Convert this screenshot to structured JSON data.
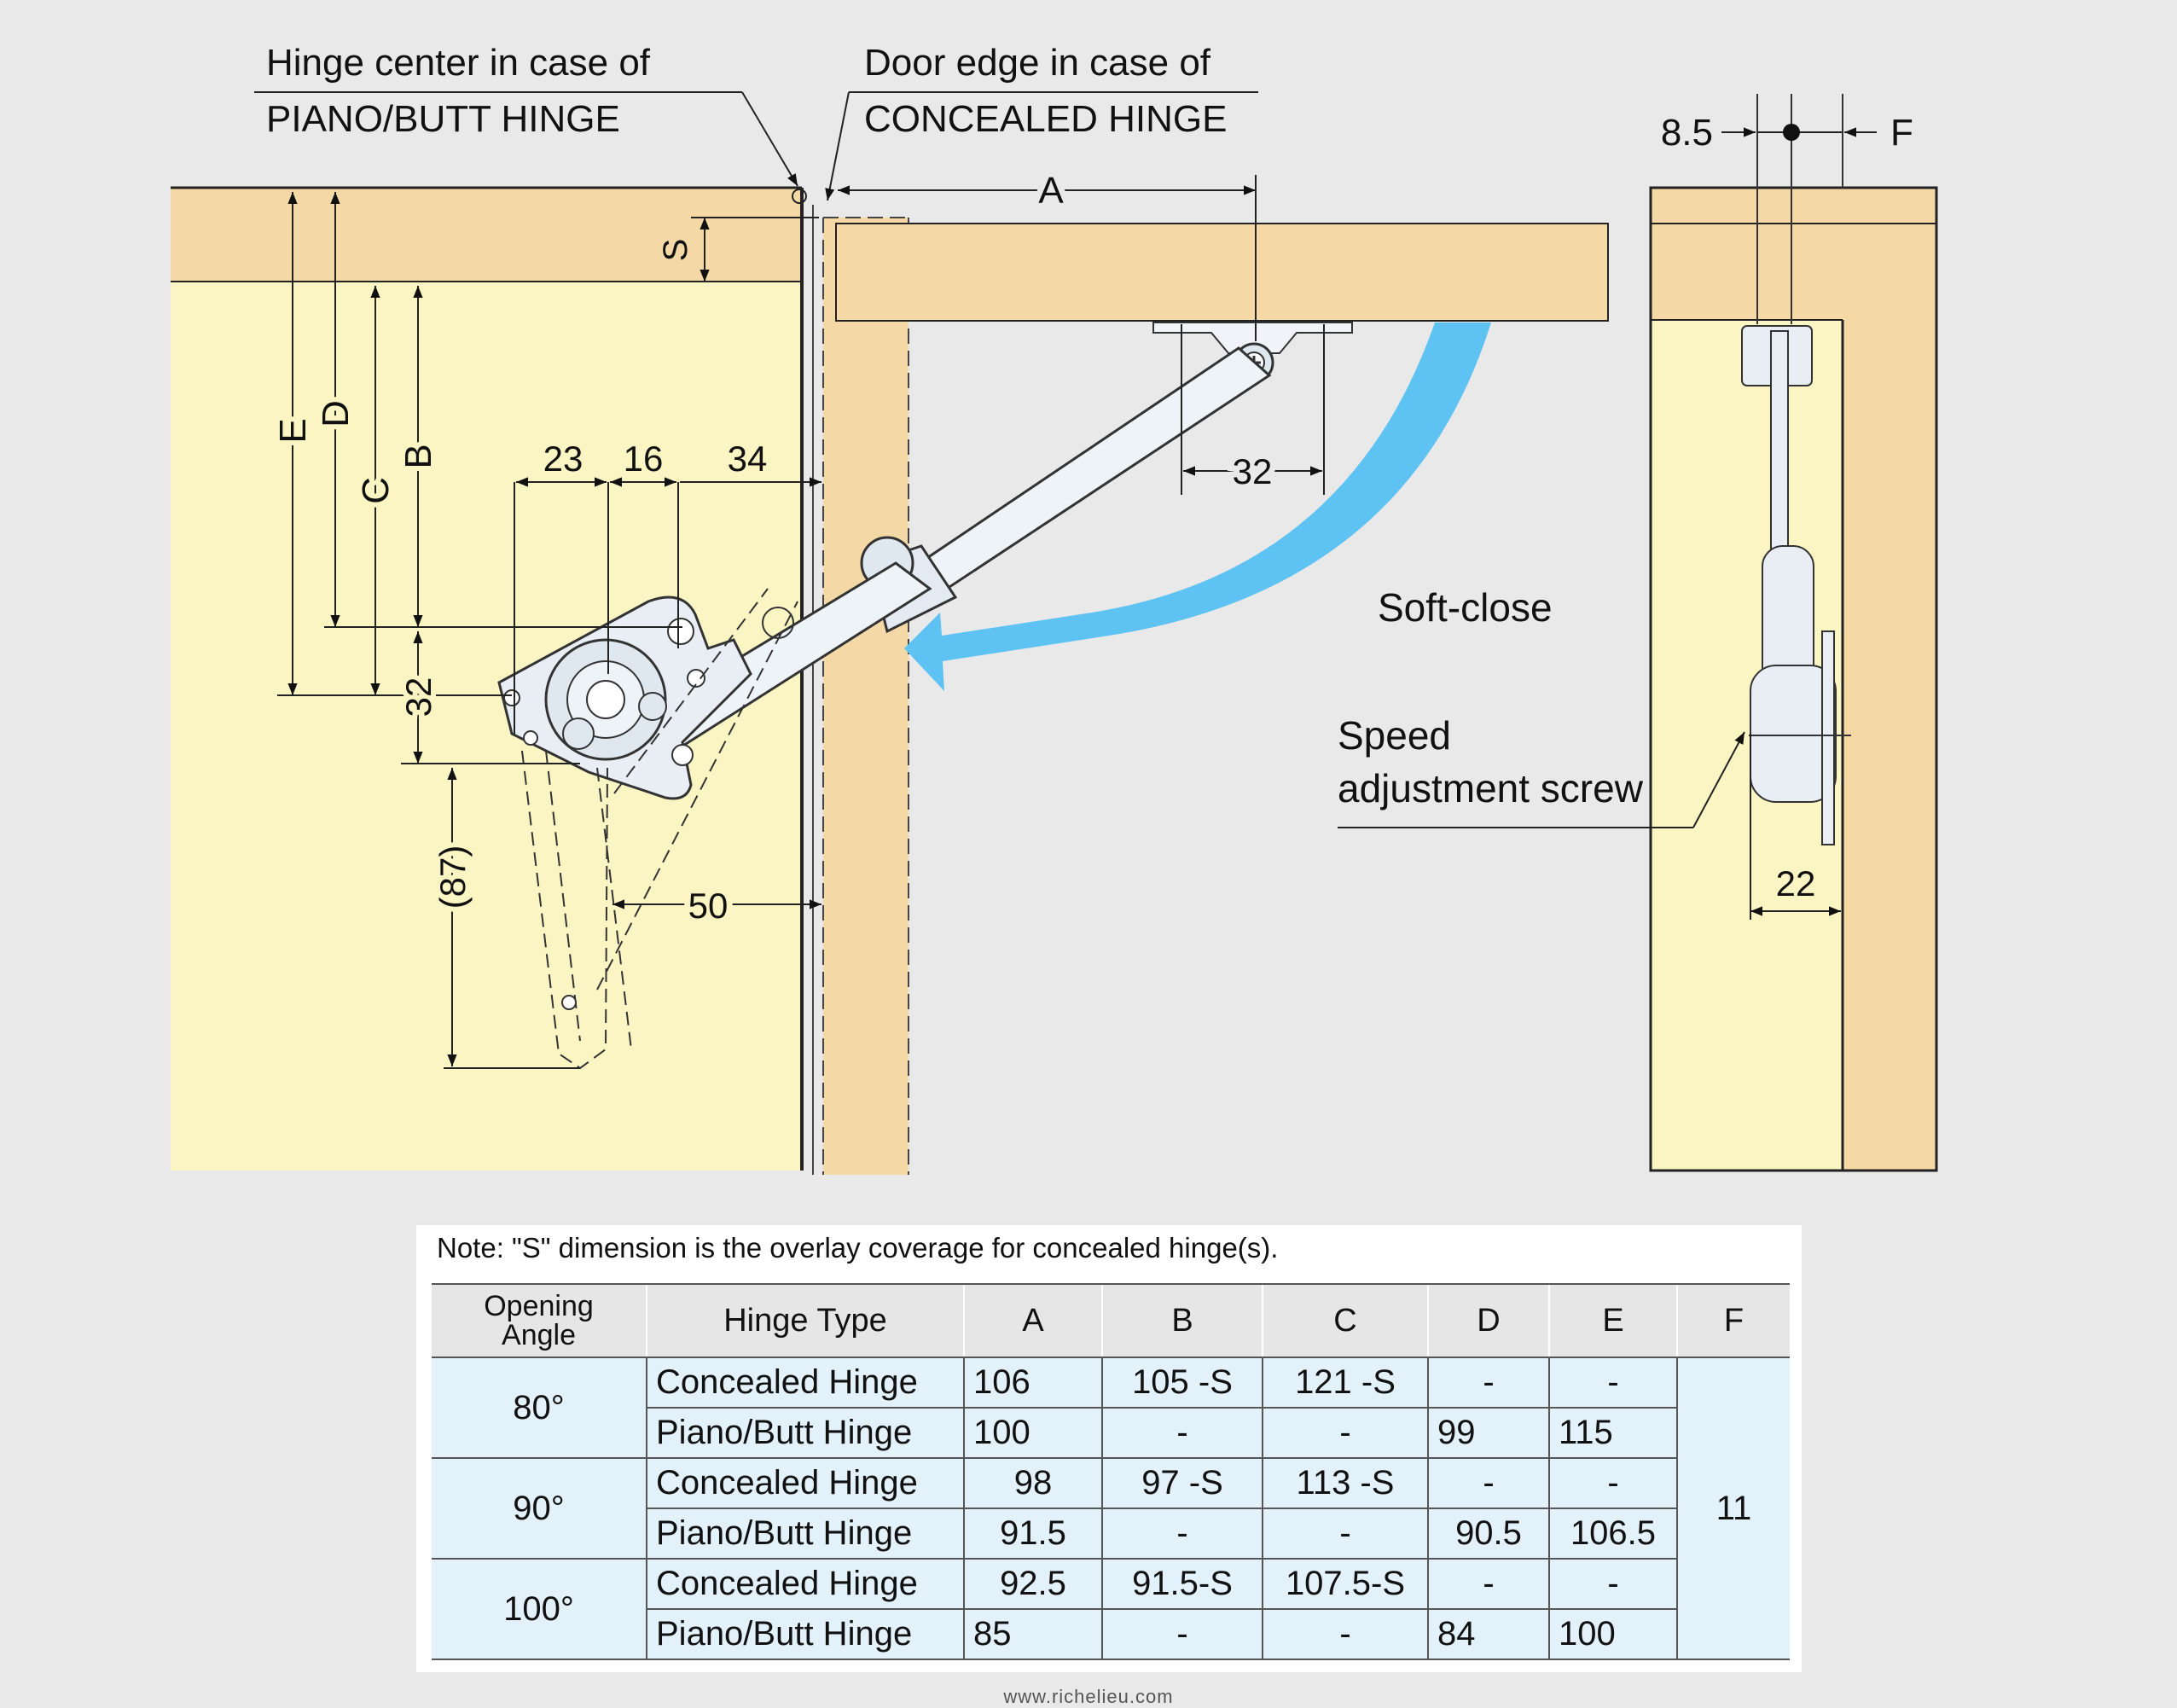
{
  "labels": {
    "hinge_center_line1": "Hinge center  in case of",
    "hinge_center_line2": "PIANO/BUTT HINGE",
    "door_edge_line1": "Door edge in case of",
    "door_edge_line2": "CONCEALED HINGE",
    "dim_a": "A",
    "dim_s": "S",
    "dim_e": "E",
    "dim_d": "D",
    "dim_c": "C",
    "dim_b": "B",
    "dim_23": "23",
    "dim_16": "16",
    "dim_34": "34",
    "dim_32_left": "32",
    "dim_87": "(87)",
    "dim_50": "50",
    "dim_32_arm": "32",
    "dim_8_5": "8.5",
    "dim_f": "F",
    "dim_22": "22",
    "soft_close": "Soft-close",
    "speed_line1": "Speed",
    "speed_line2": "adjustment screw"
  },
  "colors": {
    "background": "#e9e9e9",
    "cabinet_side": "#fbf5c4",
    "wood_panel": "#f4d9a6",
    "soft_close_arrow": "#5ec2f2",
    "table_header": "#e6e6e6",
    "table_body": "#e3f1fa"
  },
  "table": {
    "note": "Note: \"S\" dimension is the overlay coverage for concealed hinge(s).",
    "headers": {
      "opening_angle_1": "Opening",
      "opening_angle_2": "Angle",
      "hinge_type": "Hinge Type",
      "a": "A",
      "b": "B",
      "c": "C",
      "d": "D",
      "e": "E",
      "f": "F"
    },
    "groups": [
      {
        "angle": "80°",
        "rows": [
          {
            "type": "Concealed Hinge",
            "a": "106",
            "b": "105   -S",
            "c": "121   -S",
            "d": "-",
            "e": "-"
          },
          {
            "type": "Piano/Butt Hinge",
            "a": "100",
            "b": "-",
            "c": "-",
            "d": "99",
            "e": "115"
          }
        ]
      },
      {
        "angle": "90°",
        "rows": [
          {
            "type": "Concealed Hinge",
            "a": "98",
            "b": "97   -S",
            "c": "113   -S",
            "d": "-",
            "e": "-"
          },
          {
            "type": "Piano/Butt Hinge",
            "a": "91.5",
            "b": "-",
            "c": "-",
            "d": "90.5",
            "e": "106.5"
          }
        ]
      },
      {
        "angle": "100°",
        "rows": [
          {
            "type": "Concealed Hinge",
            "a": "92.5",
            "b": "91.5-S",
            "c": "107.5-S",
            "d": "-",
            "e": "-"
          },
          {
            "type": "Piano/Butt Hinge",
            "a": "85",
            "b": "-",
            "c": "-",
            "d": "84",
            "e": "100"
          }
        ]
      }
    ],
    "f_value": "11"
  },
  "footer": "www.richelieu.com"
}
